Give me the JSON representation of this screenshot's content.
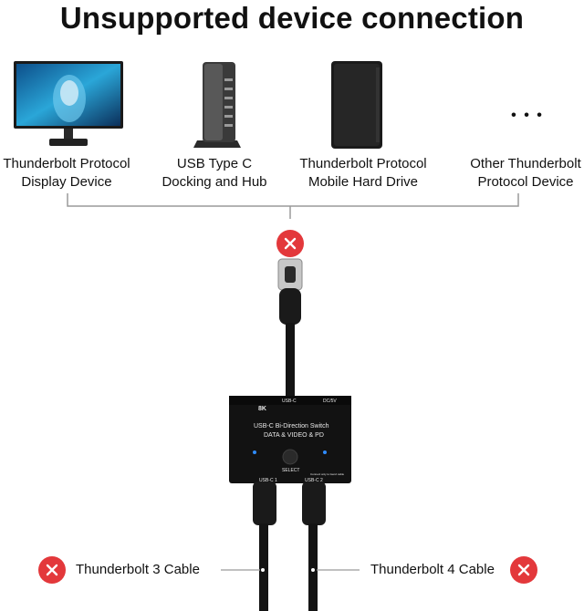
{
  "title": "Unsupported device connection",
  "devices": [
    {
      "line1": "Thunderbolt Protocol",
      "line2": "Display Device",
      "icon": "monitor-icon"
    },
    {
      "line1": "USB Type C",
      "line2": "Docking and Hub",
      "icon": "docking-hub-icon"
    },
    {
      "line1": "Thunderbolt Protocol",
      "line2": "Mobile Hard Drive",
      "icon": "hard-drive-icon"
    },
    {
      "line1": "Other Thunderbolt",
      "line2": "Protocol Device",
      "icon": "ellipsis-icon"
    }
  ],
  "ellipsis": "• • •",
  "switch_box": {
    "line1": "USB-C Bi-Direction Switch",
    "line2": "DATA & VIDEO & PD",
    "badge": "8K",
    "port_top_left": "USB-C",
    "port_top_right": "DC/5V",
    "select_label": "SELECT",
    "port1_label": "USB-C 1",
    "port2_label": "USB-C 2",
    "note": "Connect only to Gen2 cable"
  },
  "cables": [
    {
      "label": "Thunderbolt 3 Cable"
    },
    {
      "label": "Thunderbolt 4 Cable"
    }
  ],
  "colors": {
    "error_red": "#e3383b",
    "device_black": "#1a1a1a",
    "bracket_gray": "#9a9a9a"
  }
}
